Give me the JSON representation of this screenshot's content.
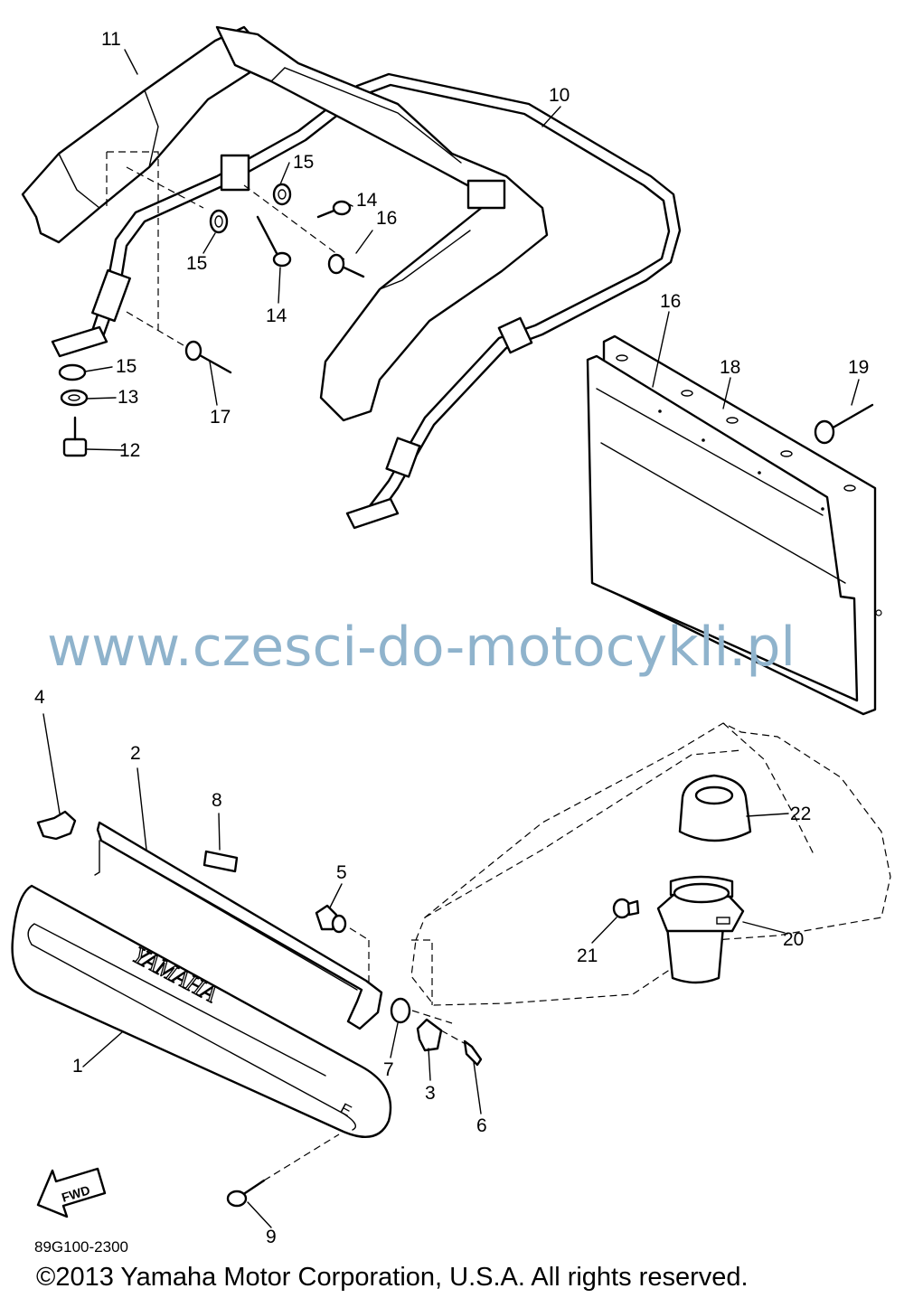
{
  "labels": [
    {
      "id": "1",
      "text": "1"
    },
    {
      "id": "2",
      "text": "2"
    },
    {
      "id": "3",
      "text": "3"
    },
    {
      "id": "4",
      "text": "4"
    },
    {
      "id": "5",
      "text": "5"
    },
    {
      "id": "6",
      "text": "6"
    },
    {
      "id": "7",
      "text": "7"
    },
    {
      "id": "8",
      "text": "8"
    },
    {
      "id": "9",
      "text": "9"
    },
    {
      "id": "10",
      "text": "10"
    },
    {
      "id": "11",
      "text": "11"
    },
    {
      "id": "12",
      "text": "12"
    },
    {
      "id": "13",
      "text": "13"
    },
    {
      "id": "14a",
      "text": "14"
    },
    {
      "id": "14b",
      "text": "14"
    },
    {
      "id": "15a",
      "text": "15"
    },
    {
      "id": "15b",
      "text": "15"
    },
    {
      "id": "15c",
      "text": "15"
    },
    {
      "id": "16a",
      "text": "16"
    },
    {
      "id": "16b",
      "text": "16"
    },
    {
      "id": "17",
      "text": "17"
    },
    {
      "id": "18",
      "text": "18"
    },
    {
      "id": "19",
      "text": "19"
    },
    {
      "id": "20",
      "text": "20"
    },
    {
      "id": "21",
      "text": "21"
    },
    {
      "id": "22",
      "text": "22"
    }
  ],
  "watermark": "www.czesci-do-motocykli.pl",
  "brand_text": "YAMAHA",
  "fwd_text": "FWD",
  "diagram_code": "89G100-2300",
  "copyright": "©2013 Yamaha Motor Corporation, U.S.A. All rights reserved.",
  "colors": {
    "line": "#000000",
    "watermark": "#8fb3cc",
    "background": "#ffffff"
  }
}
